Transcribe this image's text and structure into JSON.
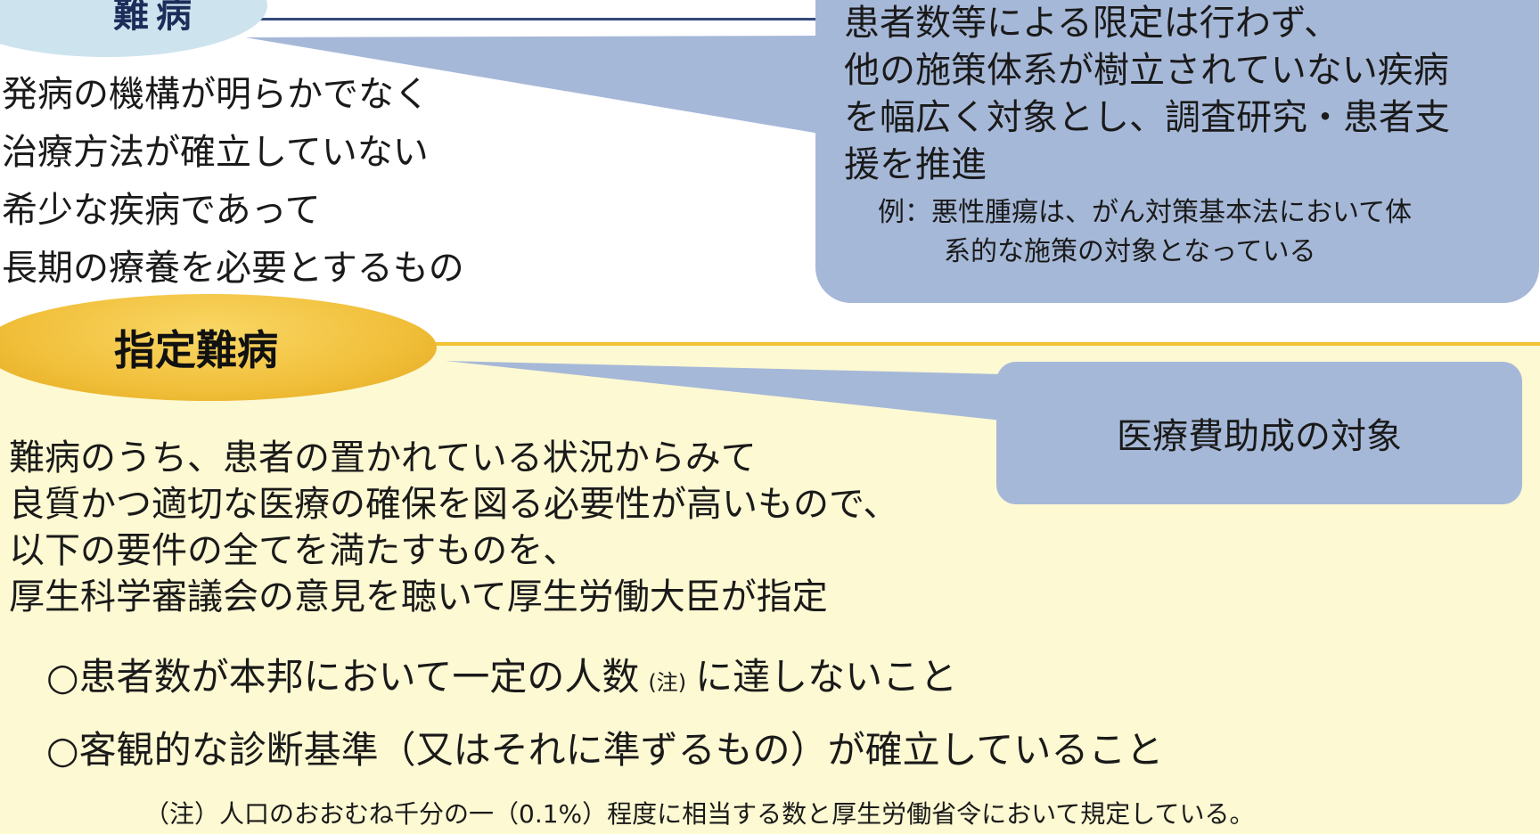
{
  "nanbyo": {
    "title": "難病",
    "criteria": [
      "発病の機構が明らかでなく",
      "治療方法が確立していない",
      "希少な疾病であって",
      "長期の療養を必要とするもの"
    ],
    "callout_lines": [
      "患者数等による限定は行わず、",
      "他の施策体系が樹立されていない疾病",
      "を幅広く対象とし、調査研究・患者支",
      "援を推進"
    ],
    "example_line1": "例：悪性腫瘍は、がん対策基本法において体",
    "example_line2": "系的な施策の対象となっている"
  },
  "shitei_nanbyo": {
    "title": "指定難病",
    "callout": "医療費助成の対象",
    "description_lines": [
      "難病のうち、患者の置かれている状況からみて",
      "良質かつ適切な医療の確保を図る必要性が高いもので、",
      "以下の要件の全てを満たすものを、",
      "厚生科学審議会の意見を聴いて厚生労働大臣が指定"
    ],
    "requirement1_before": "○患者数が本邦において一定の人数",
    "requirement1_note": "(注)",
    "requirement1_after": "に達しないこと",
    "requirement2": "○客観的な診断基準（又はそれに準ずるもの）が確立していること",
    "footnote": "（注）人口のおおむね千分の一（0.1%）程度に相当する数と厚生労働省令において規定している。"
  },
  "colors": {
    "callout_blue": "#a6b8d8",
    "light_blue_pill": "#cde4ee",
    "gold_pill": "#f1bf3a",
    "cream_background": "#fdf9d3",
    "navy_line": "#344a7a",
    "gold_line": "#f2c230"
  }
}
